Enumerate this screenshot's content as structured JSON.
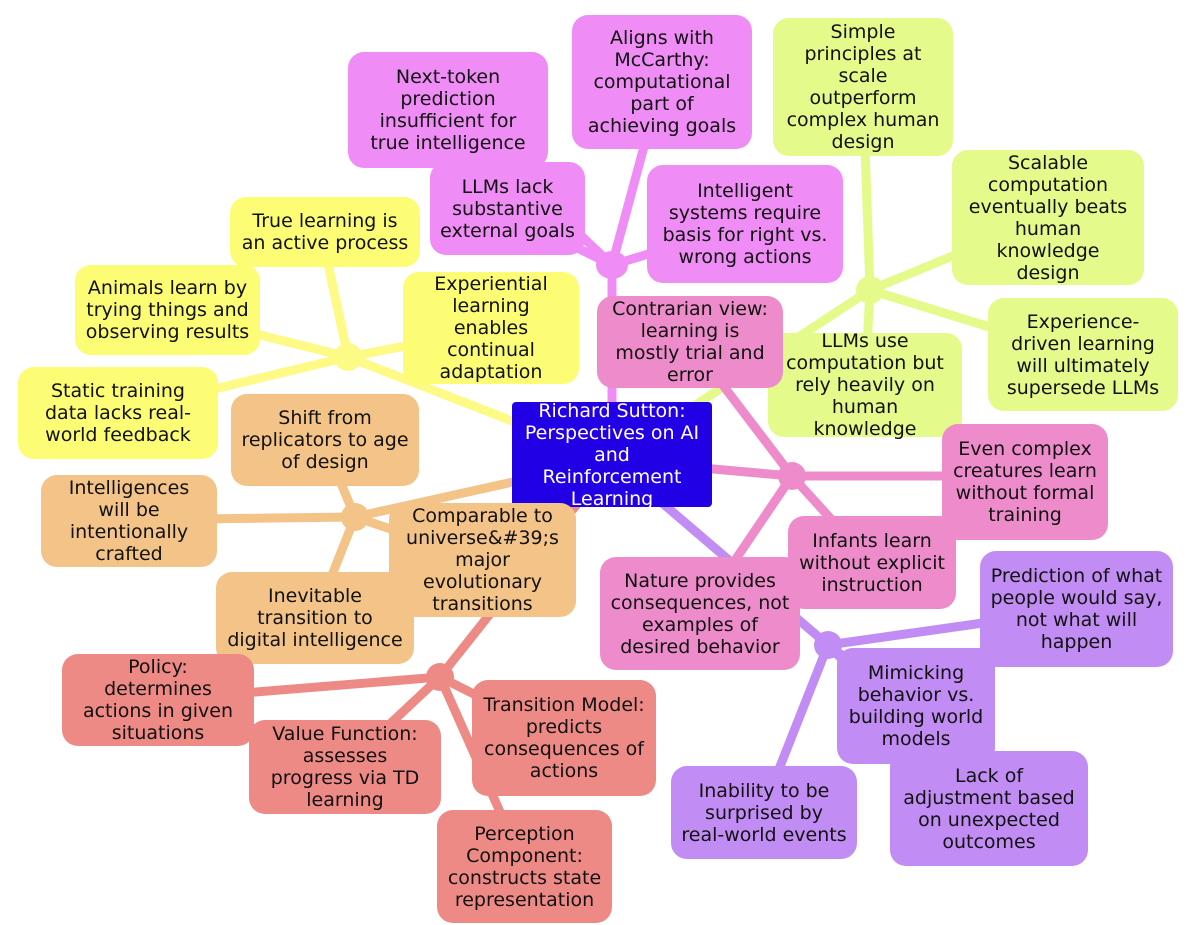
{
  "colors": {
    "root": "#2200e6",
    "yellow": "#fdfc75",
    "magenta": "#f08cf6",
    "lime": "#e4fa8a",
    "pink": "#ee8ccb",
    "purple": "#c18cf4",
    "orange": "#f3c387",
    "red": "#ee8a86"
  },
  "root": "Richard Sutton: Perspectives on AI and Reinforcement Learning",
  "branches": [
    {
      "color_key": "yellow",
      "line_color": "#fdfa86",
      "label": "",
      "children": [
        "True learning is an active process",
        "Animals learn by trying things and observing results",
        "Experiential learning enables continual adaptation",
        "Static training data lacks real-world feedback"
      ]
    },
    {
      "color_key": "magenta",
      "line_color": "#f08cf6",
      "label": "",
      "children": [
        "Next-token prediction insufficient for true intelligence",
        "Aligns with McCarthy: computational part of achieving goals",
        "LLMs lack substantive external goals",
        "Intelligent systems require basis for right vs. wrong actions"
      ]
    },
    {
      "color_key": "lime",
      "line_color": "#e4fa8a",
      "label": "",
      "children": [
        "Simple principles at scale outperform complex human design",
        "Scalable computation eventually beats human knowledge design",
        "Experience-driven learning will ultimately supersede LLMs",
        "LLMs use computation but rely heavily on human knowledge"
      ]
    },
    {
      "color_key": "pink",
      "line_color": "#ee8ccb",
      "label": "",
      "children": [
        "Contrarian view: learning is mostly trial and error",
        "Even complex creatures learn without formal training",
        "Infants learn without explicit instruction",
        "Nature provides consequences, not examples of desired behavior"
      ]
    },
    {
      "color_key": "purple",
      "line_color": "#c18cf4",
      "label": "",
      "children": [
        "Prediction of what people would say, not what will happen",
        "Mimicking behavior vs. building world models",
        "Inability to be surprised by real-world events",
        "Lack of adjustment based on unexpected outcomes"
      ]
    },
    {
      "color_key": "orange",
      "line_color": "#f3c387",
      "label": "",
      "children": [
        "Shift from replicators to age of design",
        "Intelligences will be intentionally crafted",
        "Comparable to universe&#39;s major evolutionary transitions",
        "Inevitable transition to digital intelligence"
      ]
    },
    {
      "color_key": "red",
      "line_color": "#ee8a86",
      "label": "",
      "children": [
        "Policy: determines actions in given situations",
        "Value Function: assesses progress via TD learning",
        "Transition Model: predicts consequences of actions",
        "Perception Component: constructs state representation"
      ]
    }
  ]
}
